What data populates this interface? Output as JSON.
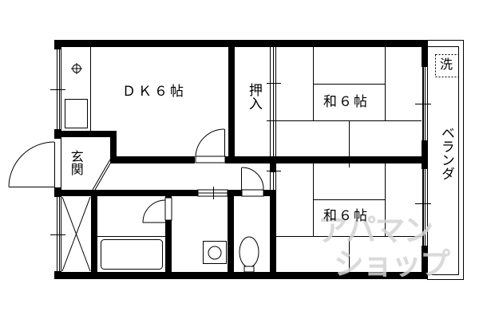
{
  "floorplan": {
    "rooms": [
      {
        "id": "dk",
        "label": "ＤＫ６帖",
        "type": "dining-kitchen",
        "size_jo": 6
      },
      {
        "id": "washitsu-1",
        "label": "和６帖",
        "type": "japanese-room",
        "size_jo": 6
      },
      {
        "id": "washitsu-2",
        "label": "和６帖",
        "type": "japanese-room",
        "size_jo": 6
      },
      {
        "id": "oshiire",
        "label": "押入",
        "type": "closet"
      },
      {
        "id": "genkan",
        "label": "玄関",
        "type": "entrance"
      },
      {
        "id": "veranda",
        "label": "ベランダ",
        "type": "balcony"
      }
    ],
    "fixtures": {
      "washer_label": "洗"
    },
    "colors": {
      "wall": "#000000",
      "background": "#ffffff",
      "watermark": "#d4d4d4"
    }
  },
  "watermark": {
    "line1": "アパマン",
    "line2": "ショップ"
  }
}
